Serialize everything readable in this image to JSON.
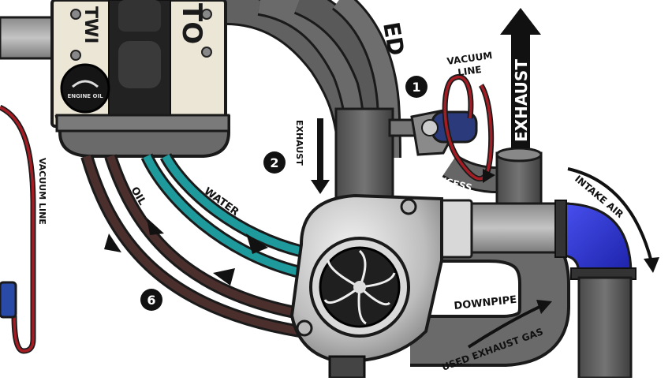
{
  "engine": {
    "brand_a": "TWI",
    "brand_b": "TO",
    "cap_text": "ENGINE OIL"
  },
  "manifold": {
    "text": "ED"
  },
  "labels": {
    "vacuum_line_top_1": "VACUUM",
    "vacuum_line_top_2": "LINE",
    "exhaust_up": "EXHAUST",
    "exhaust_side": "EXHAUST",
    "excess": "EXCESS",
    "intake_air": "INTAKE AIR",
    "downpipe": "DOWNPIPE",
    "used_exhaust_gas": "USED EXHAUST GAS",
    "water": "WATER",
    "oil": "OIL",
    "vacuum_line_left": "VACUUM LINE"
  },
  "steps": {
    "one": "1",
    "two": "2",
    "six": "6"
  },
  "colors": {
    "pipe": "#5f5f5f",
    "pipe_dark": "#3b3b3b",
    "water": "#1e9a9c",
    "oil": "#4b2f2c",
    "vacuum": "#a51d24",
    "intake": "#2a32d6",
    "steel": "#c9c9c9"
  }
}
